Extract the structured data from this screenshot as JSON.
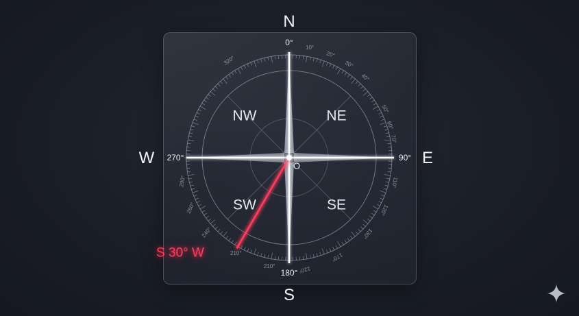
{
  "cardinals": {
    "north": "N",
    "south": "S",
    "east": "E",
    "west": "W"
  },
  "intercardinals": {
    "northwest": "NW",
    "northeast": "NE",
    "southwest": "SW",
    "southeast": "SE"
  },
  "axis_degrees": {
    "north": "0°",
    "east": "90°",
    "south": "180°",
    "west": "270°"
  },
  "origin": "O",
  "bearing": {
    "label": "S 30° W",
    "angle_deg": 210,
    "color": "#ff3d5c"
  },
  "dial_labels": [
    "10°",
    "20°",
    "30°",
    "40°",
    "50°",
    "60°",
    "70°",
    "110°",
    "120°",
    "130°",
    "170°",
    "120°",
    "210°",
    "210°",
    "240°",
    "260°",
    "290°",
    "320°"
  ],
  "colors": {
    "background": "#171b24",
    "line": "#ffffff",
    "accent": "#ff3d5c"
  },
  "icons": {
    "sparkle": "sparkle-icon"
  }
}
